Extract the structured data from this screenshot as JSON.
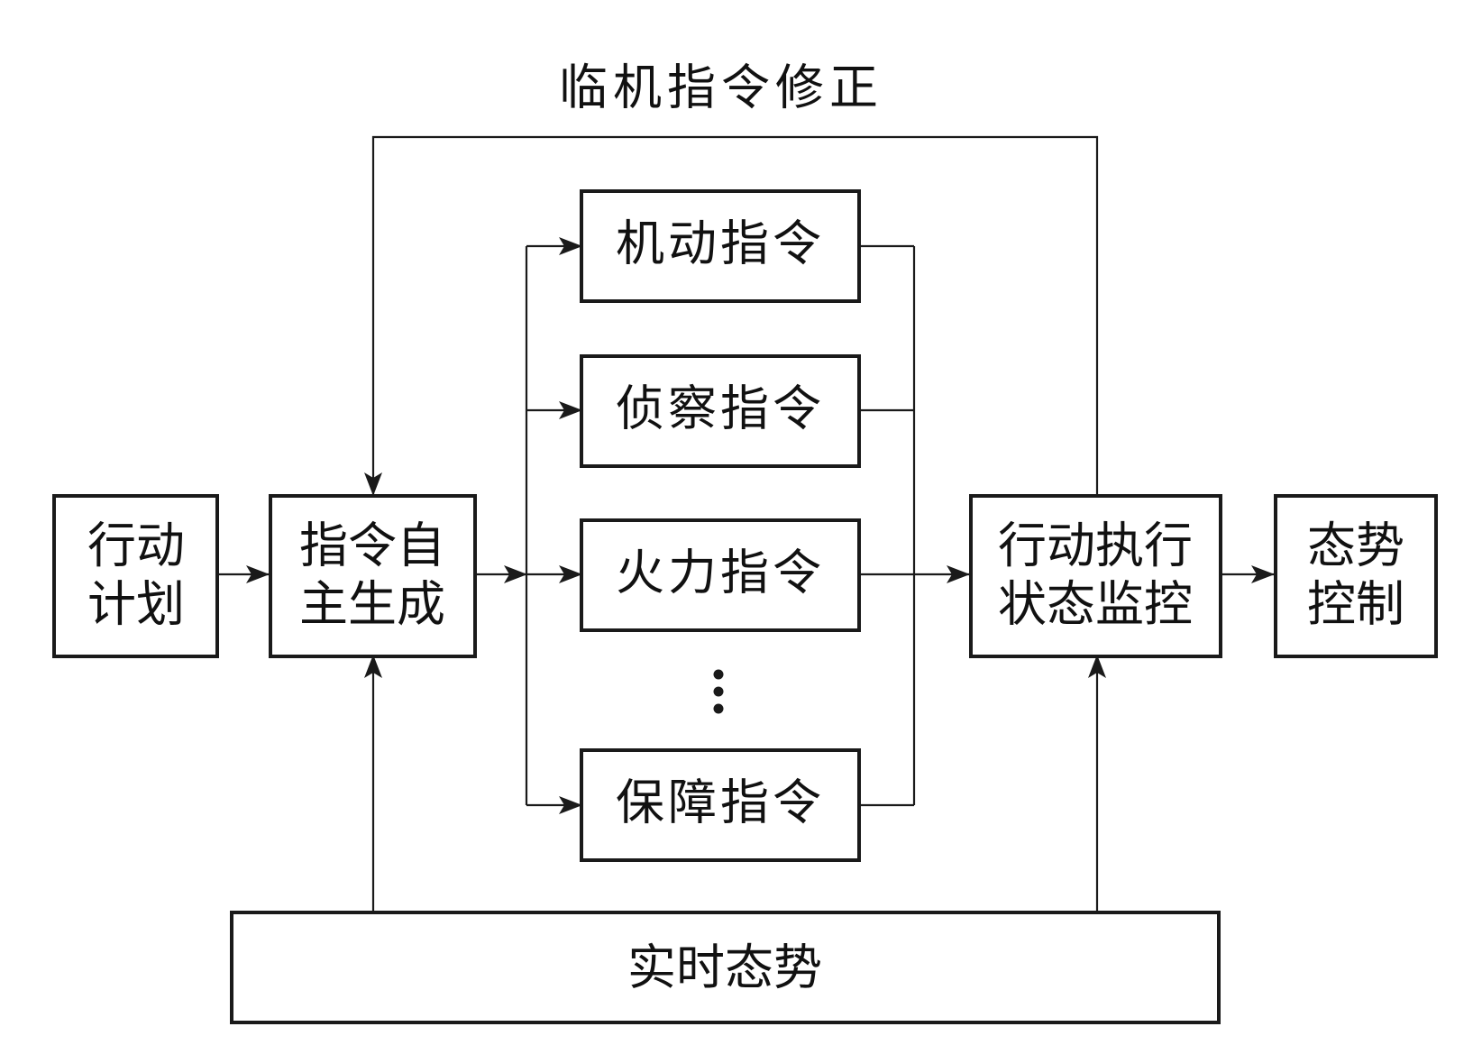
{
  "diagram": {
    "feedback_label": "临机指令修正",
    "nodes": {
      "action_plan": {
        "line1": "行动",
        "line2": "计划"
      },
      "autonomous_generation": {
        "line1": "指令自",
        "line2": "主生成"
      },
      "maneuver_cmd": {
        "label": "机动指令"
      },
      "recon_cmd": {
        "label": "侦察指令"
      },
      "fire_cmd": {
        "label": "火力指令"
      },
      "ellipsis": {
        "label": "⋮"
      },
      "support_cmd": {
        "label": "保障指令"
      },
      "execution_monitoring": {
        "line1": "行动执行",
        "line2": "状态监控"
      },
      "situation_control": {
        "line1": "态势",
        "line2": "控制"
      },
      "realtime_situation": {
        "label": "实时态势"
      }
    },
    "edges": [
      {
        "from": "行动计划",
        "to": "指令自主生成"
      },
      {
        "from": "指令自主生成",
        "to": "机动指令"
      },
      {
        "from": "指令自主生成",
        "to": "侦察指令"
      },
      {
        "from": "指令自主生成",
        "to": "火力指令"
      },
      {
        "from": "指令自主生成",
        "to": "保障指令"
      },
      {
        "from": "机动指令",
        "to": "行动执行状态监控"
      },
      {
        "from": "侦察指令",
        "to": "行动执行状态监控"
      },
      {
        "from": "火力指令",
        "to": "行动执行状态监控"
      },
      {
        "from": "保障指令",
        "to": "行动执行状态监控"
      },
      {
        "from": "行动执行状态监控",
        "to": "态势控制"
      },
      {
        "from": "行动执行状态监控",
        "to": "指令自主生成",
        "label": "临机指令修正"
      },
      {
        "from": "实时态势",
        "to": "指令自主生成"
      },
      {
        "from": "实时态势",
        "to": "行动执行状态监控"
      }
    ]
  }
}
